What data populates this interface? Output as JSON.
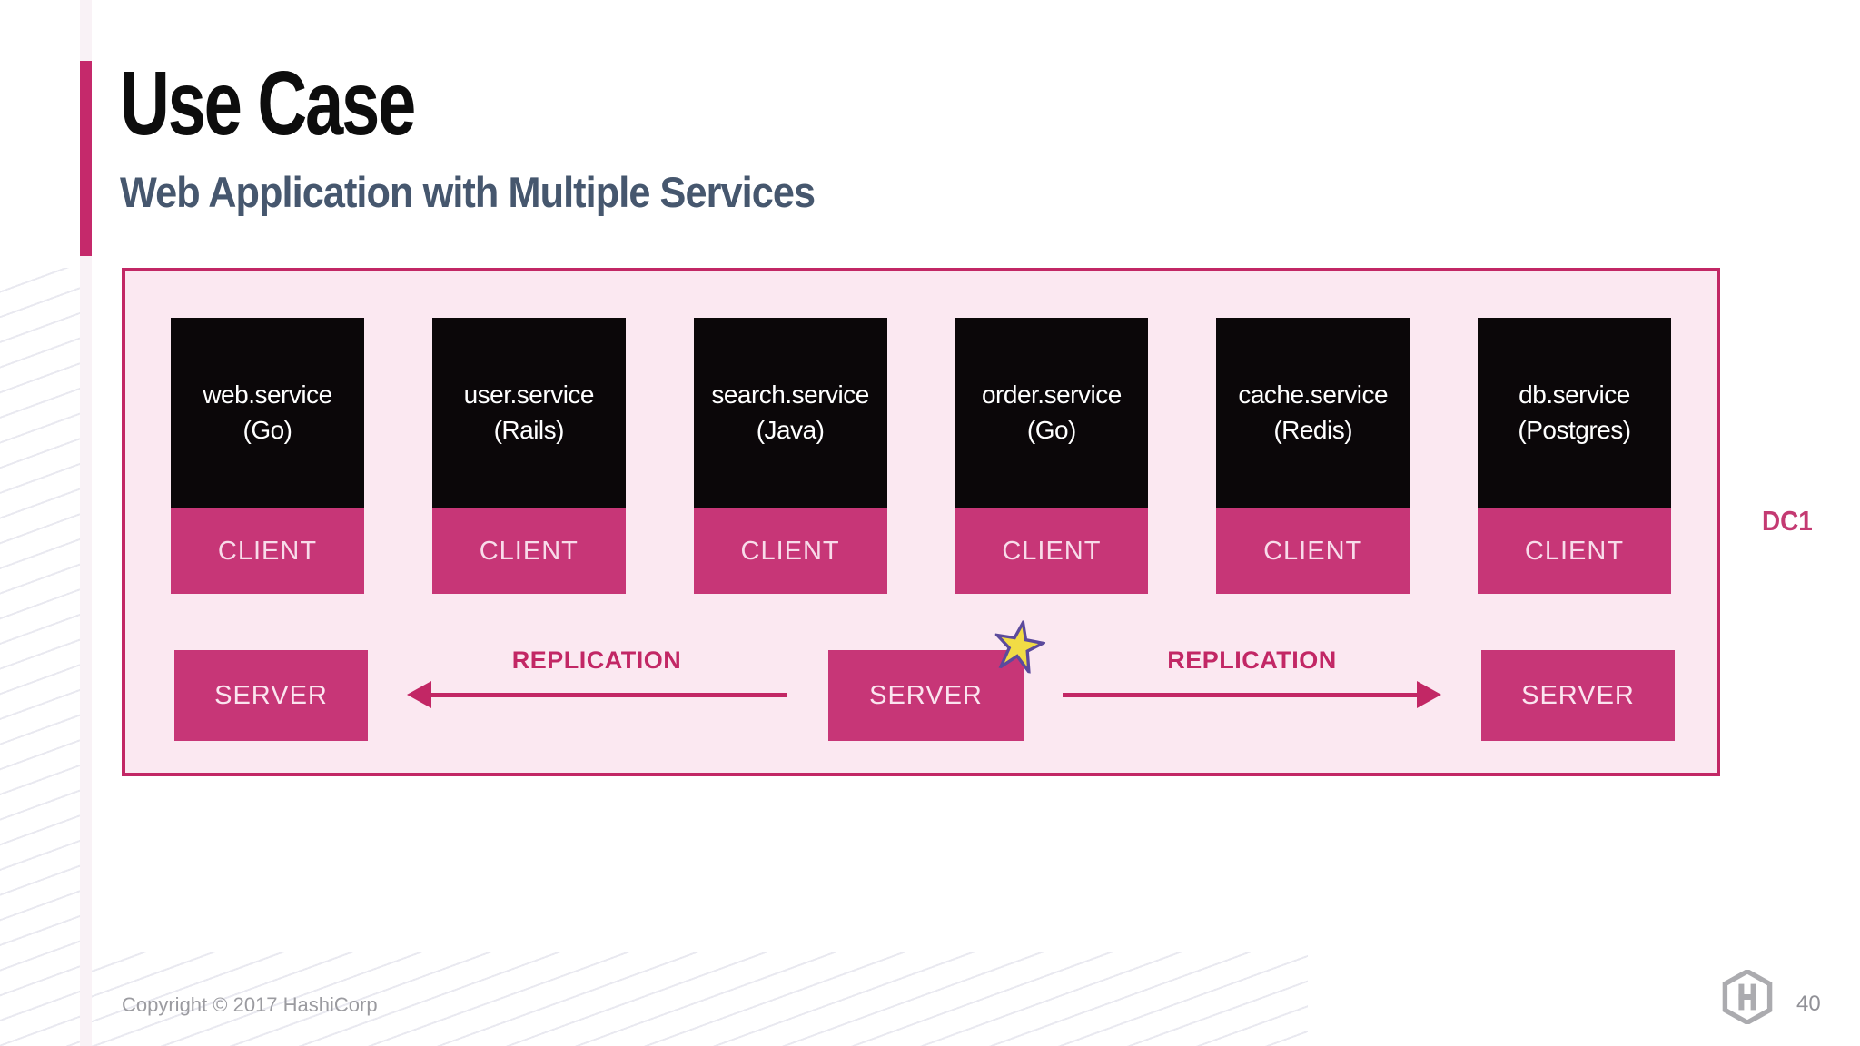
{
  "slide": {
    "title": "Use Case",
    "subtitle": "Web Application with Multiple Services",
    "copyright": "Copyright © 2017 HashiCorp",
    "page_number": "40"
  },
  "diagram": {
    "dc_label": "DC1",
    "services": [
      {
        "name": "web.service",
        "runtime": "(Go)",
        "role": "CLIENT"
      },
      {
        "name": "user.service",
        "runtime": "(Rails)",
        "role": "CLIENT"
      },
      {
        "name": "search.service",
        "runtime": "(Java)",
        "role": "CLIENT"
      },
      {
        "name": "order.service",
        "runtime": "(Go)",
        "role": "CLIENT"
      },
      {
        "name": "cache.service",
        "runtime": "(Redis)",
        "role": "CLIENT"
      },
      {
        "name": "db.service",
        "runtime": "(Postgres)",
        "role": "CLIENT"
      }
    ],
    "servers": [
      {
        "label": "SERVER",
        "position": "left"
      },
      {
        "label": "SERVER",
        "position": "center",
        "leader": true
      },
      {
        "label": "SERVER",
        "position": "right"
      }
    ],
    "replication_left": "REPLICATION",
    "replication_right": "REPLICATION",
    "icons": {
      "leader": "star-icon",
      "footer_logo": "hashicorp-logo-icon"
    }
  },
  "colors": {
    "accent_pink": "#c22765",
    "accent_bar_pink": "#c5296b",
    "box_fill_pink": "#c73677",
    "frame_background": "#fbe8f1",
    "service_box_black": "#0b0709",
    "title_black": "#0d0d0d",
    "subtitle_slate": "#46576e",
    "client_text_pink": "#f8dcea",
    "dc1_pink": "#c43a72",
    "footer_gray": "#9b9ba0",
    "logo_gray": "#ababaf",
    "star_yellow": "#f1dc45",
    "star_outline_purple": "#5b4a9c",
    "stripe_gray": "#e9e9f0"
  }
}
